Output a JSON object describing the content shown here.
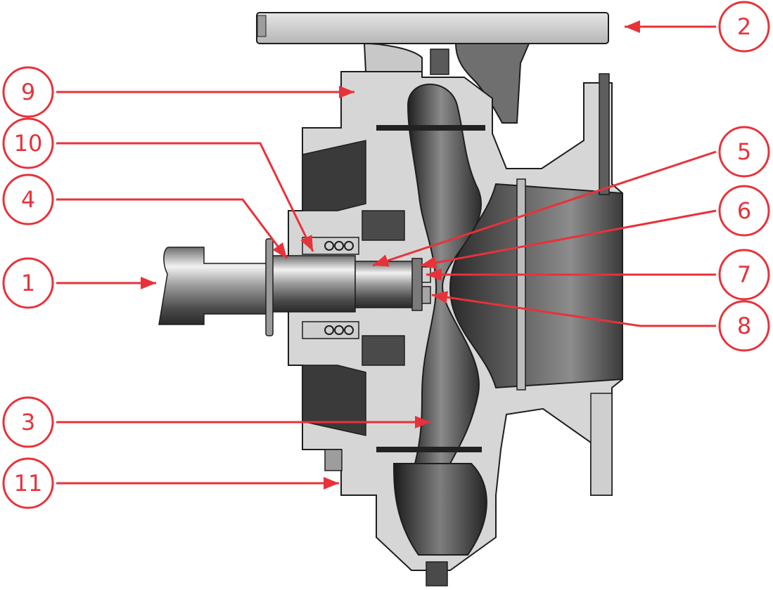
{
  "colors": {
    "callout": "#e8323a",
    "background": "#ffffff",
    "metal_light": "#d9d9d9",
    "metal_mid": "#b9b9b9",
    "metal_dark": "#3a3a3a",
    "outline": "#1e1e1e"
  },
  "callouts": [
    {
      "id": "1",
      "label": "1",
      "part": "shaft"
    },
    {
      "id": "2",
      "label": "2",
      "part": "top-flange"
    },
    {
      "id": "3",
      "label": "3",
      "part": "volute-channel"
    },
    {
      "id": "4",
      "label": "4",
      "part": "shaft-sleeve"
    },
    {
      "id": "5",
      "label": "5",
      "part": "impeller-hub"
    },
    {
      "id": "6",
      "label": "6",
      "part": "impeller-nut"
    },
    {
      "id": "7",
      "label": "7",
      "part": "impeller-key"
    },
    {
      "id": "8",
      "label": "8",
      "part": "impeller-washer"
    },
    {
      "id": "9",
      "label": "9",
      "part": "casing-upper"
    },
    {
      "id": "10",
      "label": "10",
      "part": "mechanical-seal"
    },
    {
      "id": "11",
      "label": "11",
      "part": "casing-lower"
    }
  ]
}
